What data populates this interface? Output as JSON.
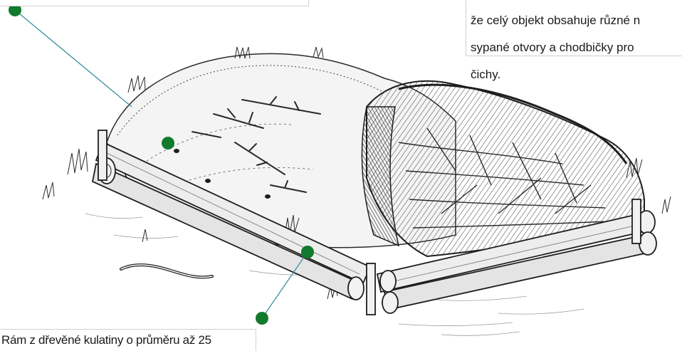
{
  "callouts": {
    "top_right": {
      "lines": [
        "že celý objekt obsahuje různé n",
        "sypané otvory a chodbičky pro",
        "čichy."
      ]
    },
    "bottom_left": {
      "text": "Rám z dřevěné kulatiny o průměru až 25"
    }
  },
  "colors": {
    "marker": "#127a2c",
    "leader_line": "#3d8fa0",
    "ink": "#2a2a2a",
    "paper": "#ffffff"
  }
}
